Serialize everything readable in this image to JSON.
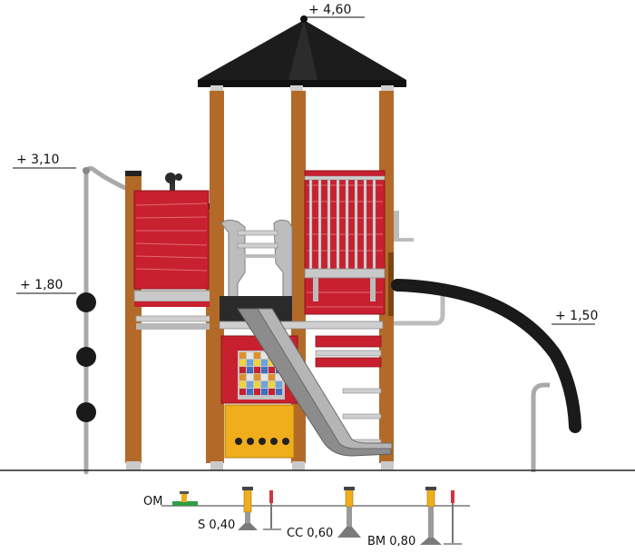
{
  "dimensions": {
    "top_height": "+ 4,60",
    "left_pole_height": "+ 3,10",
    "platform_height": "+ 1,80",
    "slide_height": "+ 1,50"
  },
  "foundations": {
    "om_label": "OM",
    "s_label": "S 0,40",
    "cc_label": "CC 0,60",
    "bm_label": "BM 0,80"
  },
  "colors": {
    "wood": "#b36a28",
    "red_panel": "#c8202f",
    "roof": "#1c1c1c",
    "metal": "#a9a9a9",
    "slide": "#8c8c8c",
    "yellow": "#f0ad1c",
    "ground_green": "#2f9e44"
  }
}
